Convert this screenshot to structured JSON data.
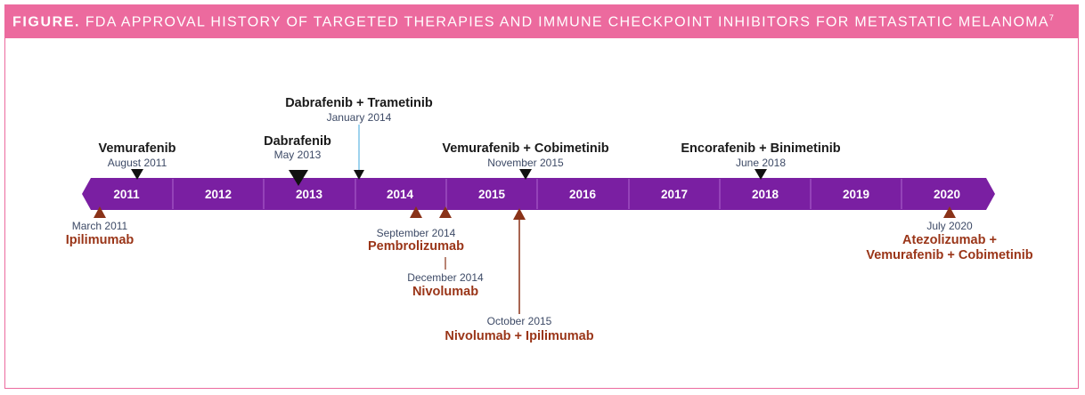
{
  "header": {
    "lead": "FIGURE.",
    "title": "FDA APPROVAL HISTORY OF TARGETED THERAPIES AND IMMUNE CHECKPOINT INHIBITORS FOR METASTATIC MELANOMA",
    "superscript": "7"
  },
  "colors": {
    "header_bg": "#ec6a9e",
    "bar": "#7a1fa2",
    "targeted_marker": "#111111",
    "immune_marker": "#8a3318",
    "immune_text": "#9a3518",
    "connector_light_blue": "#7fc4e8"
  },
  "years": [
    "2011",
    "2012",
    "2013",
    "2014",
    "2015",
    "2016",
    "2017",
    "2018",
    "2019",
    "2020"
  ],
  "targeted_therapies": [
    {
      "drug": "Vemurafenib",
      "date": "August 2011"
    },
    {
      "drug": "Dabrafenib",
      "date": "May 2013"
    },
    {
      "drug": "Dabrafenib + Trametinib",
      "date": "January 2014"
    },
    {
      "drug": "Vemurafenib + Cobimetinib",
      "date": "November 2015"
    },
    {
      "drug": "Encorafenib + Binimetinib",
      "date": "June 2018"
    }
  ],
  "immune_checkpoint_inhibitors": [
    {
      "drug": "Ipilimumab",
      "date": "March 2011"
    },
    {
      "drug": "Pembrolizumab",
      "date": "September 2014"
    },
    {
      "drug": "Nivolumab",
      "date": "December 2014"
    },
    {
      "drug": "Nivolumab + Ipilimumab",
      "date": "October 2015"
    },
    {
      "drug": "Atezolizumab +",
      "drug_line2": "Vemurafenib + Cobimetinib",
      "date": "July 2020"
    }
  ]
}
